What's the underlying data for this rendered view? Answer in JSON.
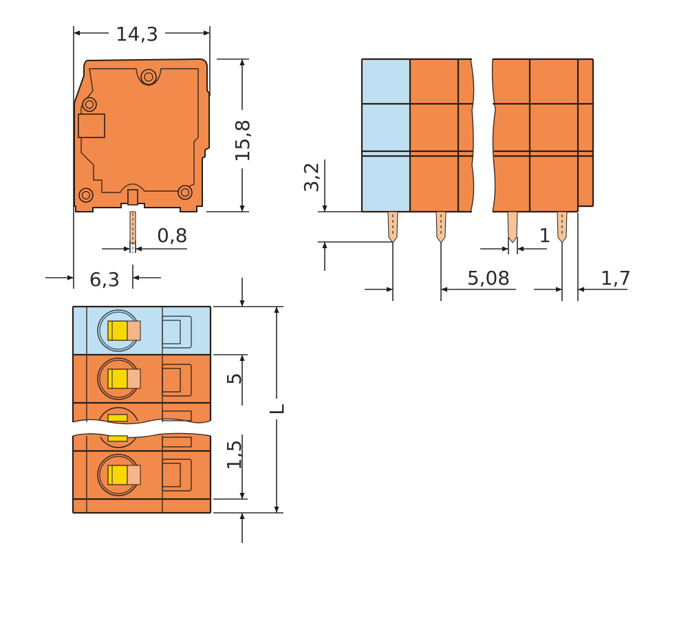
{
  "drawing": {
    "title": "Terminal block dimensional drawing",
    "units": "mm",
    "colors": {
      "housing": "#F28A4B",
      "end_module": "#BFE0F2",
      "pin": "#F5C49A",
      "actuator": "#F8D800",
      "actuator_side": "#F7B58A",
      "line": "#2A2A2A"
    }
  },
  "views": {
    "side": {
      "width_label": "14,3",
      "height_label": "15,8",
      "pin_width_label": "0,8",
      "pin_offset_label": "6,3"
    },
    "front": {
      "pin_length_label": "3,2",
      "pin_thickness_label": "1",
      "pitch_label": "5,08",
      "edge_offset_label": "1,7"
    },
    "top": {
      "pitch_label": "5",
      "edge_offset_label": "1,5",
      "length_label": "L"
    }
  }
}
